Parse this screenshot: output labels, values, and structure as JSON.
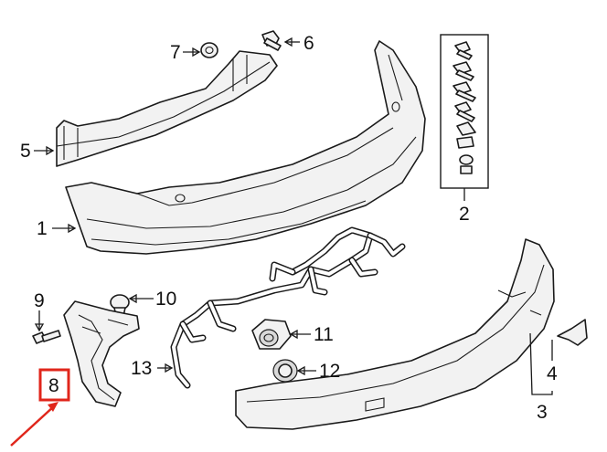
{
  "diagram": {
    "callouts": {
      "c1": "1",
      "c2": "2",
      "c3": "3",
      "c4": "4",
      "c5": "5",
      "c6": "6",
      "c7": "7",
      "c8": "8",
      "c9": "9",
      "c10": "10",
      "c11": "11",
      "c12": "12",
      "c13": "13"
    },
    "highlight": {
      "part": "8",
      "color": "#e0261b"
    },
    "colors": {
      "line": "#1a1a1a",
      "fill": "#f2f2f2",
      "highlight": "#e0261b"
    }
  }
}
